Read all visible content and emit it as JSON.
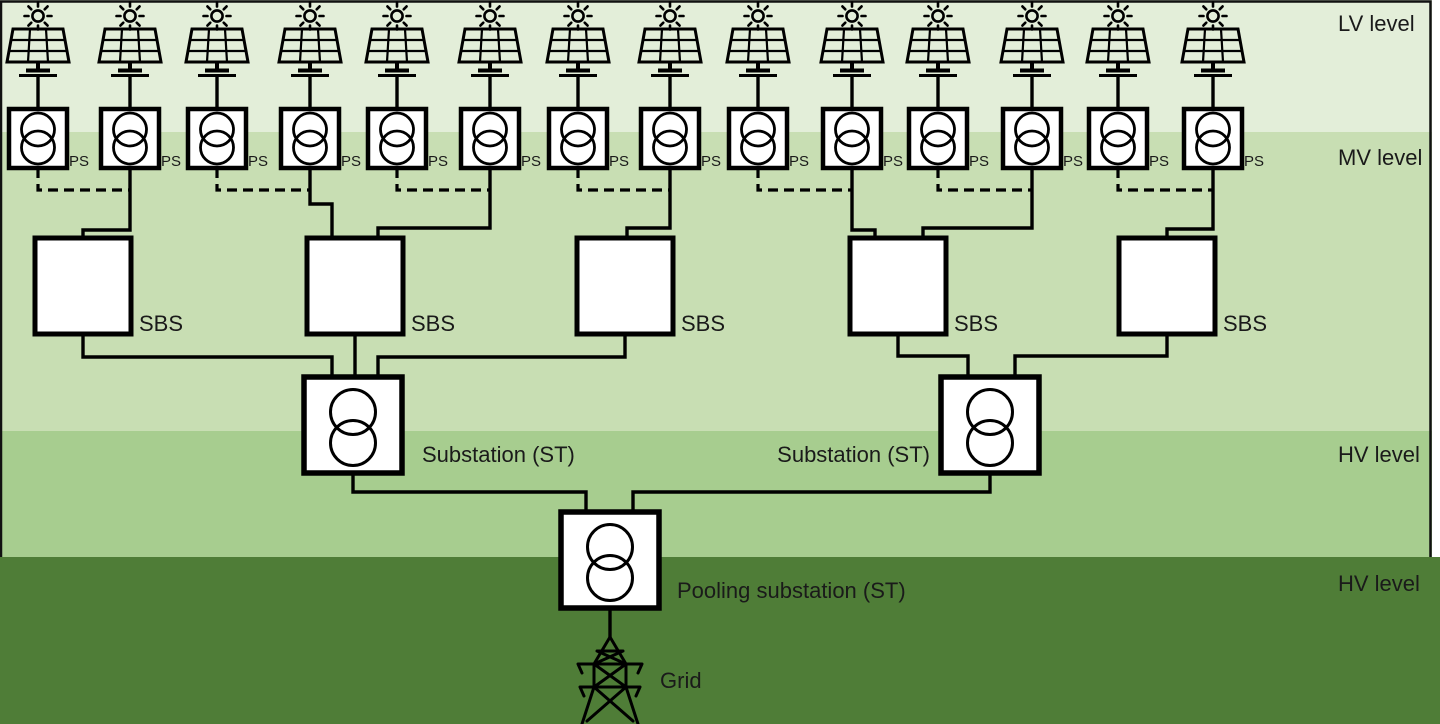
{
  "diagram": {
    "description": "Photovoltaic power plant collection-grid single-line diagram with voltage level bands",
    "levels": [
      {
        "label": "LV level",
        "band_color": "#e3eed9"
      },
      {
        "label": "MV level",
        "band_color": "#c8deb3"
      },
      {
        "label": "HV level",
        "band_color": "#a7cd8f"
      },
      {
        "label": "HV level",
        "band_color": "#4f7d37"
      }
    ],
    "component_labels": {
      "ps": "PS",
      "sbs": "SBS",
      "substation": "Substation (ST)",
      "pooling_substation": "Pooling substation (ST)",
      "grid": "Grid"
    },
    "counts": {
      "pv_units": 14,
      "ps_transformers": 14,
      "sbs_boxes": 5,
      "substations": 2,
      "pooling_substations": 1
    },
    "icons": {
      "sun": "sun-icon",
      "pv_panel": "solar-panel-icon",
      "transformer": "transformer-icon (two overlapping circles)",
      "grid_tower": "transmission-tower-icon"
    },
    "colors": {
      "line": "#000000",
      "box_fill": "#ffffff",
      "text": "#1a1a1a",
      "page_margin": "#ffffff"
    }
  }
}
